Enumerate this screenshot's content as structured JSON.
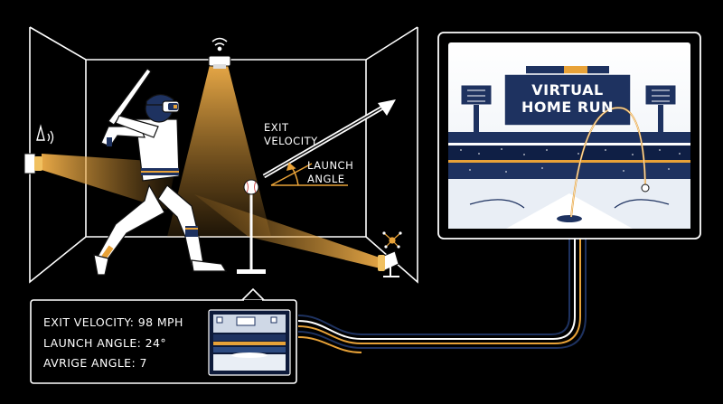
{
  "overlay_labels": {
    "exit_velocity": [
      "EXIT",
      "VELOCITY"
    ],
    "launch_angle": [
      "LAUNCH",
      "ANGLE"
    ]
  },
  "virtual_screen": {
    "title": [
      "VIRTUAL",
      "HOME RUN"
    ]
  },
  "readout": {
    "exit_velocity": "EXIT VELOCITY: 98 MPH",
    "launch_angle": "LAUNCH ANGLE: 24°",
    "avrige_angle": "AVRIGE ANGLE: 7"
  },
  "icons": [
    "wifi-icon",
    "camera-icon",
    "radar-sensor-icon",
    "sensor-array-icon",
    "baseball-icon"
  ],
  "colors": {
    "background": "#000000",
    "accent_gold": "#e8a238",
    "navy": "#1e3260",
    "line_white": "#ffffff"
  }
}
